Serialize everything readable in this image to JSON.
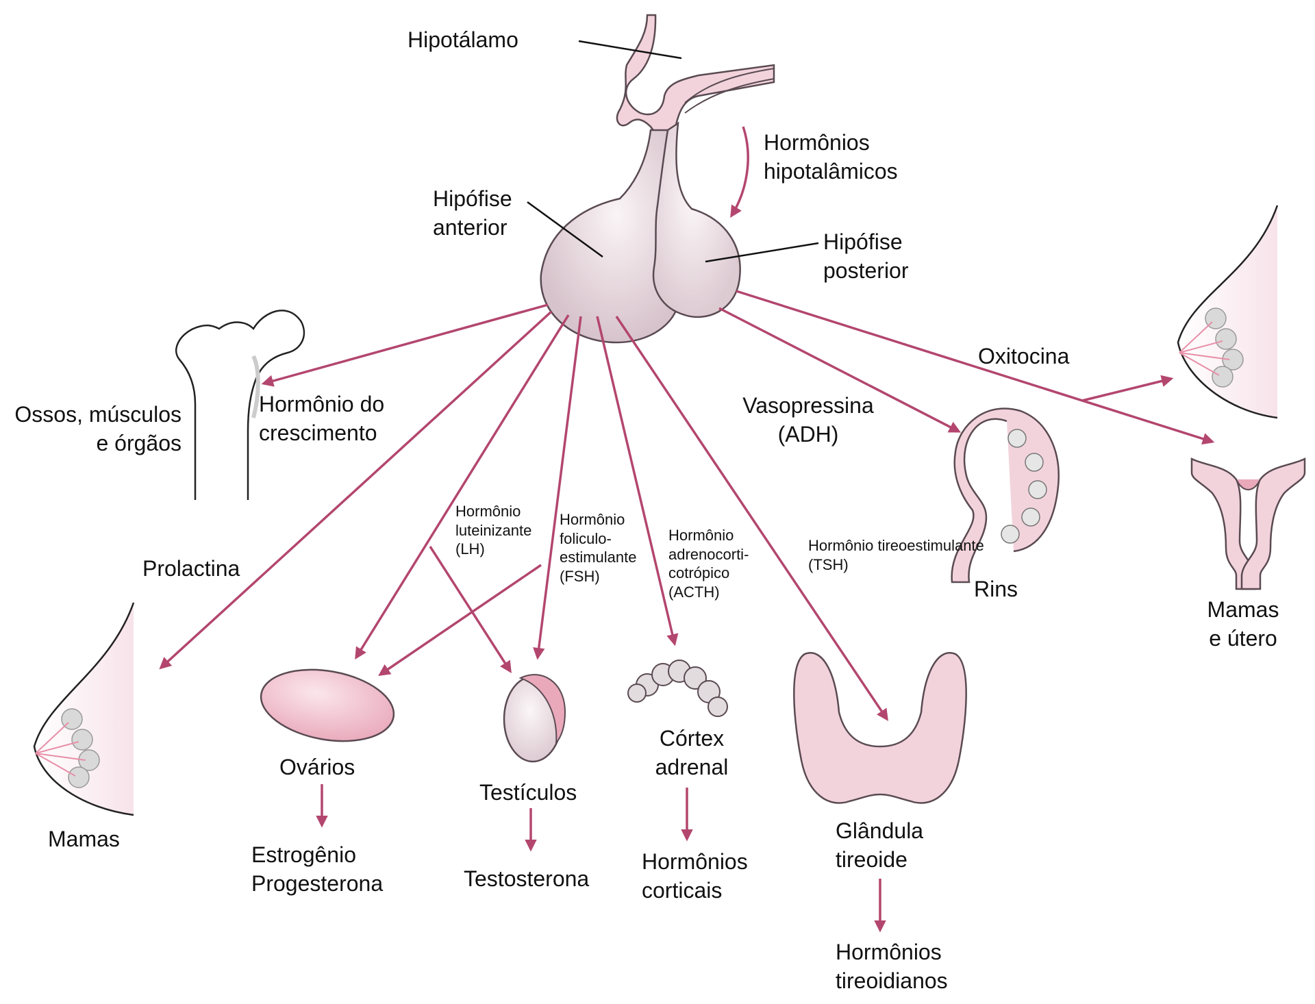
{
  "labels": {
    "hipotalamo": "Hipotálamo",
    "hormonios_hipotalamicos": "Hormônios\nhipotalâmicos",
    "hipofise_anterior": "Hipófise\nanterior",
    "hipofise_posterior": "Hipófise\nposterior",
    "ossos": "Ossos, músculos\ne órgãos",
    "hormonio_crescimento": "Hormônio do\ncrescimento",
    "oxitocina": "Oxitocina",
    "vasopressina": "Vasopressina\n(ADH)",
    "prolactina": "Prolactina",
    "lh": "Hormônio\nluteinizante\n(LH)",
    "fsh": "Hormônio\nfoliculo-\nestimulante\n(FSH)",
    "acth": "Hormônio\nadrenocorti-\ncotrópico\n(ACTH)",
    "tsh": "Hormônio tireoestimulante\n(TSH)",
    "rins": "Rins",
    "mamas_utero": "Mamas\ne útero",
    "mamas": "Mamas",
    "ovarios": "Ovários",
    "testiculos": "Testículos",
    "cortex_adrenal": "Córtex\nadrenal",
    "glandula_tireoide": "Glândula\ntireoide",
    "estrogenio_progesterona": "Estrogênio\nProgesterona",
    "testosterona": "Testosterona",
    "hormonios_corticais": "Hormônios\ncorticais",
    "hormonios_tireoidianos": "Hormônios\ntireoidianos"
  },
  "colors": {
    "arrow": "#b3466e",
    "tissue": "#f2d3dc",
    "gland": "#e6d9de",
    "organ_pink": "#f0bfcc",
    "outline": "#5a4a52"
  }
}
